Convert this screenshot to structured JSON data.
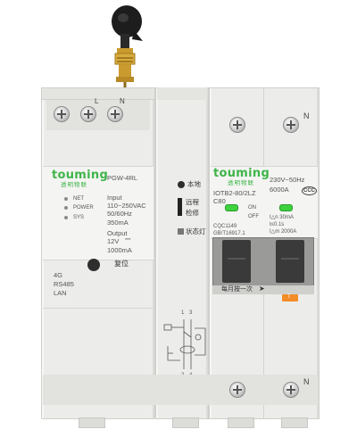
{
  "antenna": {
    "icon": "antenna-icon"
  },
  "terminals_top": {
    "label_l": "L",
    "label_n": "N"
  },
  "gateway": {
    "brand": "touming",
    "brand_cn": "透明物联",
    "model": "PGW-4RL",
    "indicators": [
      "NET",
      "POWER",
      "SYS"
    ],
    "specs": [
      "Input",
      "110~250VAC",
      "50/60Hz",
      "350mA",
      "Output",
      "12V",
      "1000mA"
    ],
    "comm": [
      "4G",
      "RS485",
      "LAN"
    ],
    "reset_label": "复位"
  },
  "mode_panel": {
    "local_label": "本地",
    "remote_label": "远程",
    "repair_label": "检修",
    "status_label": "状态灯"
  },
  "breaker": {
    "brand": "touming",
    "brand_cn": "透明物联",
    "model": "IOTB2-80/2LZ",
    "rating": "C80",
    "on_label": "ON",
    "off_label": "OFF",
    "std1": "CQC1149",
    "std2": "GB/T16917.1",
    "voltage": "230V~50Hz",
    "capacity": "6000A",
    "cert": "CCC",
    "leak": [
      "I△n 30mA",
      "t≤0.1s",
      "I△m 2000A"
    ],
    "terminal_n": "N",
    "test_note": "每月按一次",
    "test_button": "T"
  },
  "diagram": {
    "marks": [
      "1",
      "3",
      "2",
      "4"
    ]
  }
}
